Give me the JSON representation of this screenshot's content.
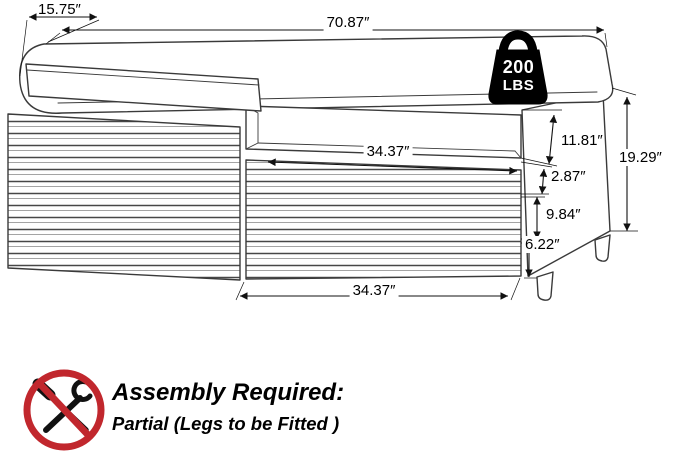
{
  "dims": {
    "top_depth": "15.75″",
    "top_width": "70.87″",
    "opening_width": "34.37″",
    "opening_height": "11.81″",
    "overall_height": "19.29″",
    "shelf_thickness": "2.87″",
    "lower_section_height": "9.84″",
    "leg_height": "6.22″",
    "bottom_door_width": "34.37″"
  },
  "weight": {
    "value": "200",
    "unit": "LBS"
  },
  "assembly": {
    "title": "Assembly Required:",
    "subtitle": "Partial (Legs to be Fitted )"
  },
  "icons": {
    "weight_capacity": "kettlebell-weight-icon",
    "assembly_warning": "no-tools-prohibition-icon"
  },
  "colors": {
    "line": "#3a3a3a",
    "prohibition_red": "#c1272d",
    "weight_black": "#000000"
  }
}
